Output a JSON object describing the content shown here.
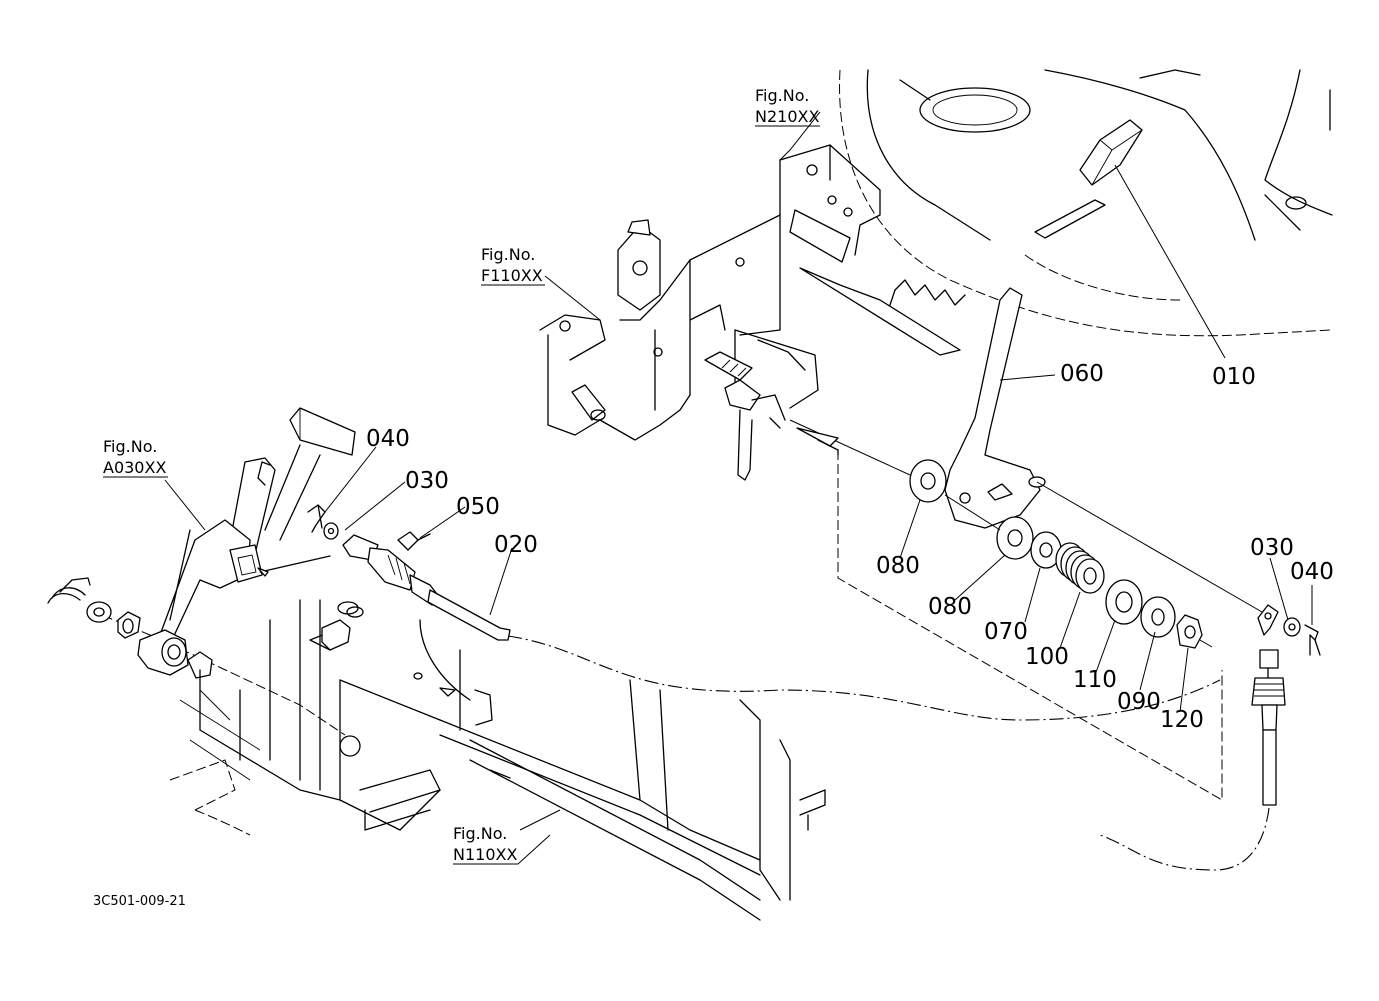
{
  "references": {
    "n210": {
      "line1": "Fig.No.",
      "line2": "N210XX"
    },
    "f110": {
      "line1": "Fig.No.",
      "line2": "F110XX"
    },
    "a030": {
      "line1": "Fig.No.",
      "line2": "A030XX"
    },
    "n110": {
      "line1": "Fig.No.",
      "line2": "N110XX"
    }
  },
  "callouts": {
    "c010": "010",
    "c060": "060",
    "c040_left": "040",
    "c030_left": "030",
    "c050": "050",
    "c020": "020",
    "c080_a": "080",
    "c080_b": "080",
    "c070": "070",
    "c100": "100",
    "c110": "110",
    "c090": "090",
    "c120": "120",
    "c030_right": "030",
    "c040_right": "040"
  },
  "drawing_code": "3C501-009-21"
}
